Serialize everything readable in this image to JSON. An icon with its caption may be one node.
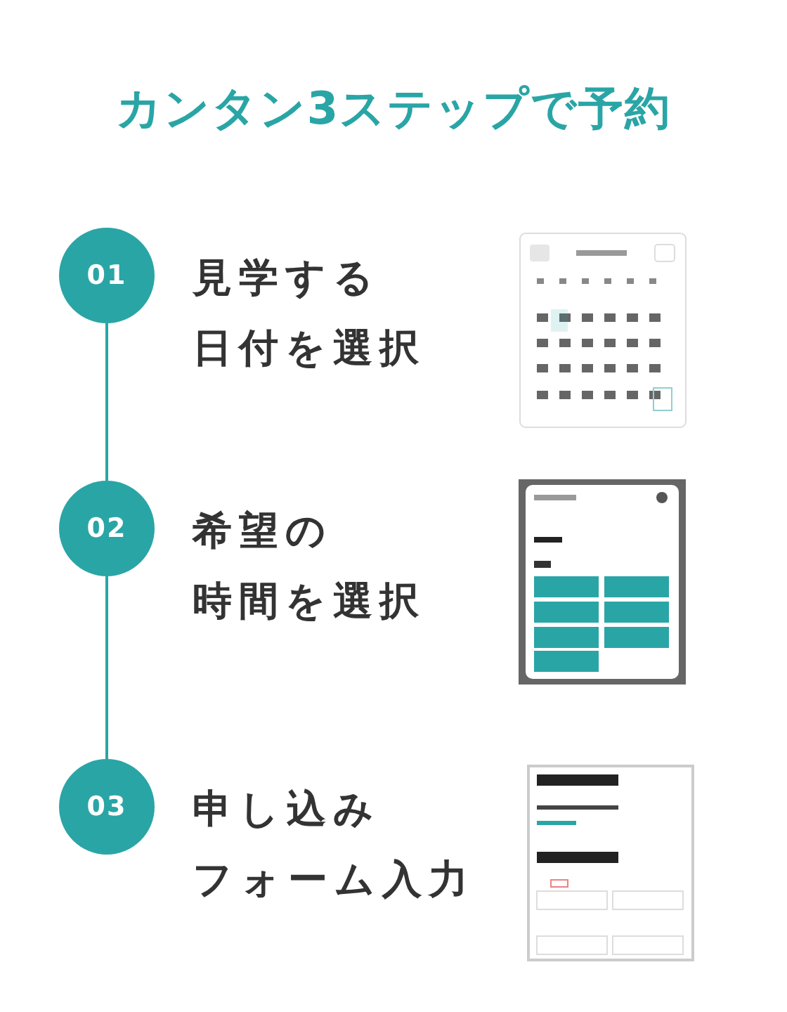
{
  "diagram": {
    "title": "カンタン3ステップで予約",
    "nodes": [
      {
        "text": [
          "01"
        ],
        "beside": [
          "見学する",
          "日付を選択"
        ]
      },
      {
        "text": [
          "02"
        ],
        "beside": [
          "希望の",
          "時間を選択"
        ]
      },
      {
        "text": [
          "03"
        ],
        "beside": [
          "申し込み",
          "フォーム入力"
        ]
      }
    ],
    "edges": [
      {
        "from": 0,
        "to": 1,
        "arrow": "none"
      },
      {
        "from": 1,
        "to": 2,
        "arrow": "none"
      }
    ]
  }
}
